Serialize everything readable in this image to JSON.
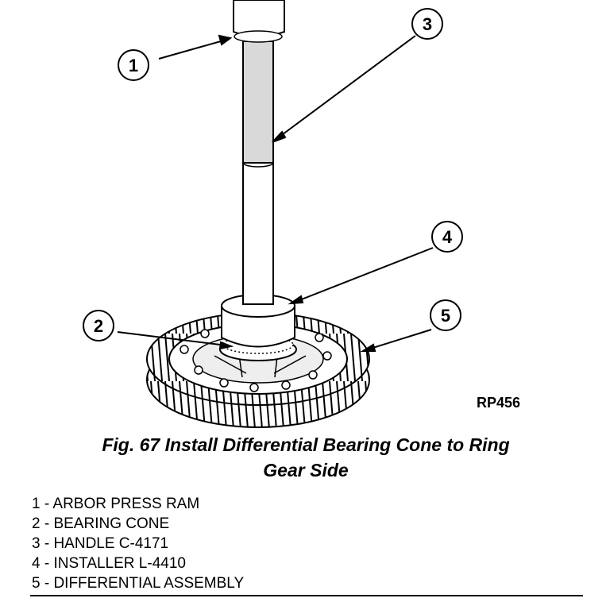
{
  "figure": {
    "callouts": [
      "1",
      "2",
      "3",
      "4",
      "5"
    ],
    "figure_id": "RP456"
  },
  "caption": {
    "line1": "Fig. 67 Install Differential Bearing Cone to Ring",
    "line2": "Gear Side"
  },
  "legend": [
    "1 - ARBOR PRESS RAM",
    "2 - BEARING CONE",
    "3 - HANDLE C-4171",
    "4 - INSTALLER L-4410",
    "5 - DIFFERENTIAL ASSEMBLY"
  ]
}
